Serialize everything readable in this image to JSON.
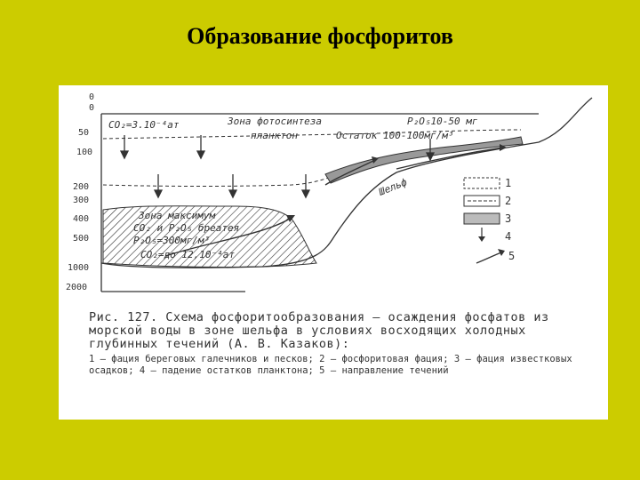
{
  "slide": {
    "title": "Образование фосфоритов"
  },
  "figure": {
    "depth_labels": [
      "0",
      "0",
      "50",
      "100",
      "200",
      "300",
      "400",
      "500",
      "1000",
      "2000"
    ],
    "labels": {
      "co2_top": "CO₂=3.10⁻⁴ат",
      "photosynthesis_zone": "Зона фотосинтеза",
      "plankton": "планктон",
      "p2o5_top": "P₂O₅10-50 мг",
      "excess": "Остаток 100-100мг/м³",
      "shelf": "Шельф",
      "max_zone_1": "Зона максимум",
      "max_zone_2": "CO₂ и P₂O₅ бреатея",
      "max_zone_3": "P₂O₅=300мг/м³",
      "max_zone_4": "CO₂=до 12,10⁻⁴ат"
    },
    "legend_numbers": [
      "1",
      "2",
      "3",
      "4",
      "5"
    ]
  },
  "caption": {
    "main": "Рис. 127. Схема фосфоритообразования — осаждения фосфатов из морской воды в зоне шельфа в условиях восходящих холодных глубинных течений (А. В. Казаков):",
    "legend": "1 — фация береговых галечников и песков; 2 — фосфоритовая фация; 3 — фация известковых осадков; 4 — падение остатков планктона; 5 — направление течений"
  }
}
